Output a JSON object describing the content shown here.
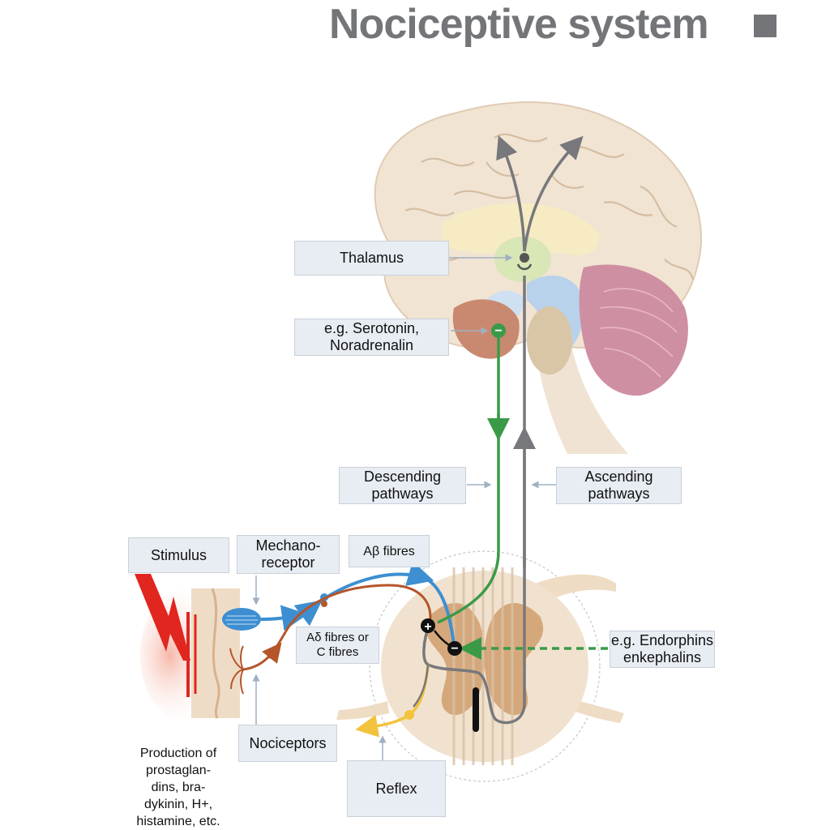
{
  "title": "Nociceptive system",
  "labels": {
    "thalamus": "Thalamus",
    "serotonin": "e.g. Serotonin,\nNoradrenalin",
    "descending": "Descending\npathways",
    "ascending": "Ascending\npathways",
    "stimulus": "Stimulus",
    "mechanoreceptor": "Mechano-\nreceptor",
    "abeta": "Aβ fibres",
    "adelta": "Aδ fibres or\nC fibres",
    "endorphins": "e.g. Endorphins\nenkephalins",
    "nociceptors": "Nociceptors",
    "reflex": "Reflex",
    "production": "Production of\nprostaglan-\ndins, bra-\ndykinin, H+,\nhistamine, etc."
  },
  "signs": {
    "plus": "+",
    "minus": "−"
  },
  "colors": {
    "ascending": "#77787b",
    "descending": "#3a9a48",
    "abeta": "#3d8fd1",
    "adelta": "#b5552a",
    "stimulus": "#e0261f",
    "reflex": "#f2c33c",
    "label_bg": "#e8edf3"
  }
}
